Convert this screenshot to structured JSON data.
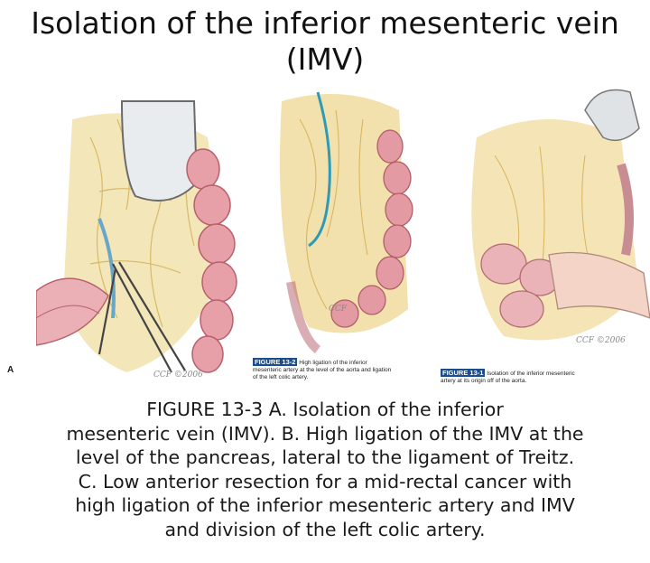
{
  "title": {
    "line1": "Isolation of the inferior mesenteric vein",
    "line2": "(IMV)"
  },
  "panel_a": {
    "label": "A",
    "signature_text": "CCF ©2006"
  },
  "panel_b": {
    "figure_tag": "FIGURE 13-2",
    "caption_line1": "High ligation of the inferior",
    "caption_line2": "mesenteric artery at the level of the aorta and ligation",
    "caption_line3": "of the left colic artery.",
    "watermark": "CCF"
  },
  "panel_c": {
    "figure_tag": "FIGURE 13-1",
    "caption_line1": "Isolation of the inferior mesenteric",
    "caption_line2": "artery at its origin off of the aorta.",
    "watermark": "CCF ©2006"
  },
  "caption": {
    "line1": "FIGURE 13-3 A. Isolation of the inferior",
    "line2": "mesenteric vein (IMV). B. High ligation of the IMV at the",
    "line3": "level of the pancreas, lateral to the ligament of Treitz.",
    "line4": "C. Low anterior resection for a mid-rectal cancer with",
    "line5": "high ligation of the inferior mesenteric artery and IMV",
    "line6": "and division of the left colic artery."
  }
}
